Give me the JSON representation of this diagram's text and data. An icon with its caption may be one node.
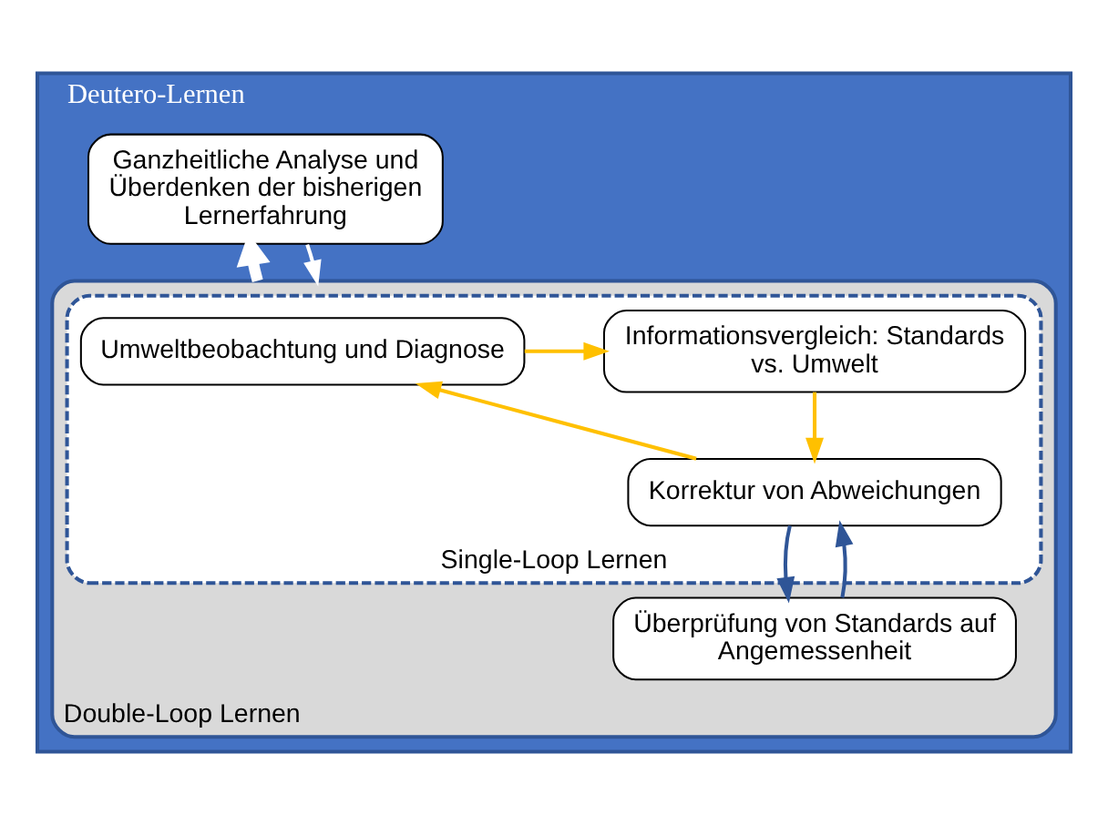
{
  "diagram": {
    "nodes": [
      {
        "text": [
          "Deutero-Lernen"
        ]
      },
      {
        "text": [
          "Ganzheitliche Analyse und Überdenken der bisherigen Lernerfahrung"
        ],
        "in": 0
      },
      {
        "text": [
          "Double-Loop Lernen"
        ],
        "in": 0
      },
      {
        "text": [
          "Single-Loop Lernen"
        ],
        "in": 2
      },
      {
        "text": [
          "Umweltbeobachtung und Diagnose"
        ],
        "in": 3
      },
      {
        "text": [
          "Informationsvergleich: Standards vs. Umwelt"
        ],
        "in": 3
      },
      {
        "text": [
          "Korrektur von Abweichungen"
        ],
        "in": 3
      },
      {
        "text": [
          "Überprüfung von Standards auf Angemessenheit"
        ],
        "in": 2
      }
    ],
    "edges": [
      {
        "from": 1,
        "to": 2,
        "arrow": "to",
        "color": "#ffffff"
      },
      {
        "from": 2,
        "to": 1,
        "arrow": "to",
        "style": "thick",
        "color": "#ffffff"
      },
      {
        "from": 4,
        "to": 5,
        "arrow": "to"
      },
      {
        "from": 5,
        "to": 6,
        "arrow": "to"
      },
      {
        "from": 6,
        "to": 4,
        "arrow": "to"
      },
      {
        "from": 7,
        "to": 6,
        "arrow": "to",
        "color": "#2f5597"
      },
      {
        "from": 6,
        "to": 7,
        "arrow": "to",
        "color": "#2f5597"
      }
    ]
  }
}
